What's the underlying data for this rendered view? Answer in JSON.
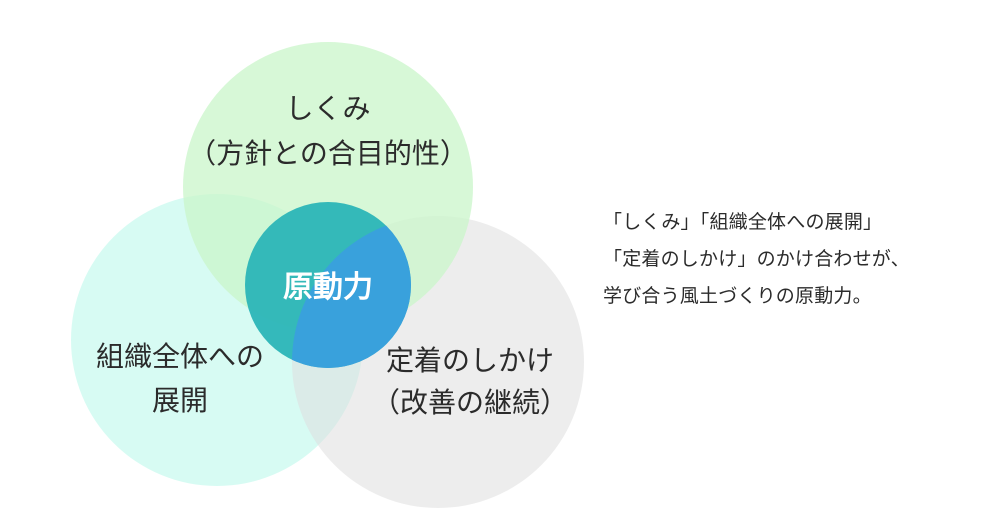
{
  "colors": {
    "top_circle": "#c9f6c9",
    "left_circle": "#c9f9ef",
    "right_circle": "#dedede",
    "center_circle": "#2bb5b7",
    "center_overlap": "#3a9fe0",
    "text": "#2b2b2b",
    "center_text": "#ffffff"
  },
  "diagram": {
    "top": {
      "line1": "しくみ",
      "line2": "（方針との合目的性）"
    },
    "left": {
      "line1": "組織全体への",
      "line2": "展開"
    },
    "right": {
      "line1": "定着のしかけ",
      "line2": "（改善の継続）"
    },
    "center": {
      "label": "原動力"
    }
  },
  "caption": {
    "line1": "「しくみ」「組織全体への展開」",
    "line2": "「定着のしかけ」のかけ合わせが、",
    "line3": "学び合う風土づくりの原動力。"
  }
}
